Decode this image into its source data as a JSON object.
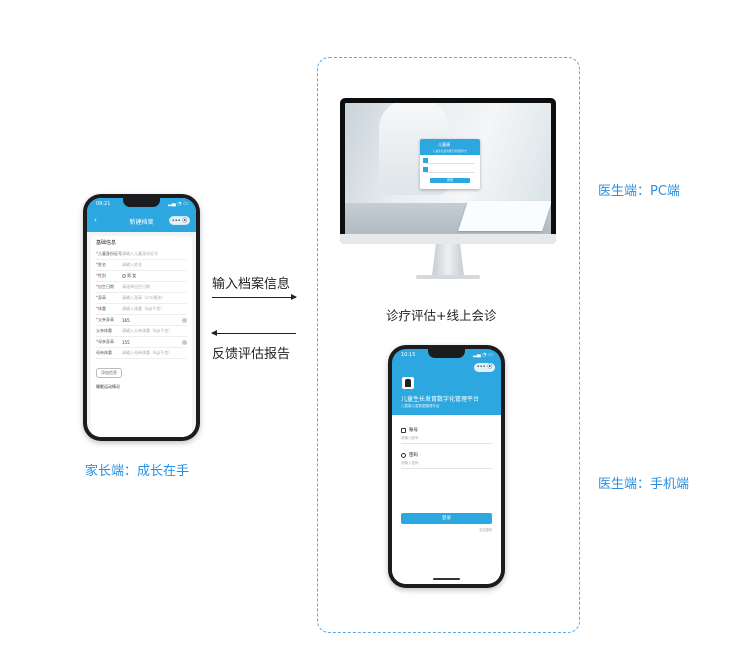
{
  "captions": {
    "parent": "家长端：成长在手",
    "pc": "医生端：PC端",
    "mobile": "医生端：手机端"
  },
  "flow": {
    "input_label": "输入档案信息",
    "feedback_label": "反馈评估报告",
    "consult_label": "诊疗评估+线上会诊"
  },
  "parent_phone": {
    "time": "09:21",
    "status": "▂▄ ◔ ▭",
    "title": "新建档案",
    "capsule": "••• ⦿",
    "section": "基础信息",
    "rows": [
      {
        "label": "儿童身份证号",
        "value": "请输入儿童身份证号",
        "required": "*"
      },
      {
        "label": "姓名",
        "value": "请输入姓名",
        "required": "*"
      },
      {
        "label": "性别",
        "value": "男        女",
        "required": "*"
      },
      {
        "label": "出生日期",
        "value": "请选择出生日期",
        "required": "*"
      },
      {
        "label": "身高",
        "value": "请输入身高（cm/厘米）",
        "required": "*"
      },
      {
        "label": "体重",
        "value": "请输入体重（kg/千克）",
        "required": "*"
      },
      {
        "label": "父亲身高",
        "value": "165",
        "required": "*"
      },
      {
        "label": "父亲体重",
        "value": "请输入父亲体重（kg/千克）",
        "required": ""
      },
      {
        "label": "母亲身高",
        "value": "155",
        "required": "*"
      },
      {
        "label": "母亲体重",
        "value": "请输入母亲体重（kg/千克）",
        "required": ""
      }
    ],
    "add_button": "添加信息",
    "footer": "睡眠运动情况"
  },
  "pc_login": {
    "brand": "儿童康",
    "subtitle": "儿童生长发育数字化管理平台",
    "button": "登录"
  },
  "doctor_phone": {
    "time": "10:15",
    "status": "▂▄ ◔ ▭",
    "capsule": "••• ⦿",
    "title": "儿童生长发育数字化管理平台",
    "subtitle": "儿童康儿童数据管理平台",
    "account_label": "账号",
    "account_placeholder": "请输入账号",
    "password_label": "密码",
    "password_placeholder": "请输入密码",
    "login_button": "登录",
    "forgot": "忘记密码"
  },
  "colors": {
    "brand_blue": "#2da7e0",
    "caption_blue": "#2a8fe0",
    "dashed_border": "#5aa8e6"
  }
}
